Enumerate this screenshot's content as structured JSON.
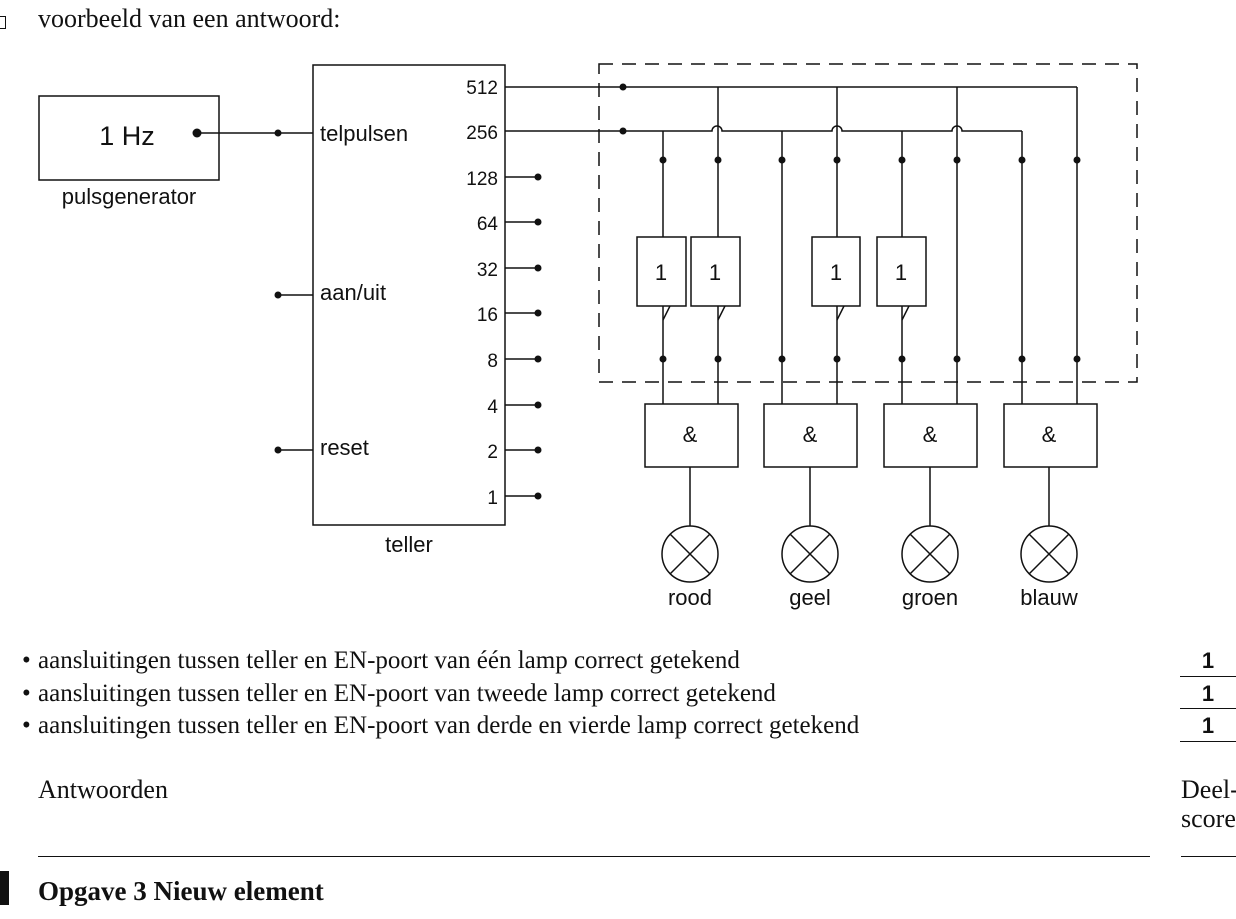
{
  "intro": "voorbeeld van een antwoord:",
  "diagram": {
    "generator_label": "1 Hz",
    "generator_name": "pulsgenerator",
    "counter_name": "teller",
    "counter_inputs": [
      "telpulsen",
      "aan/uit",
      "reset"
    ],
    "counter_outputs": [
      "512",
      "256",
      "128",
      "64",
      "32",
      "16",
      "8",
      "4",
      "2",
      "1"
    ],
    "not_gate_label": "1",
    "and_gate_label": "&",
    "lamps": [
      "rood",
      "geel",
      "groen",
      "blauw"
    ]
  },
  "criteria": [
    {
      "text": "aansluitingen tussen teller en EN-poort van één lamp correct getekend",
      "score": "1"
    },
    {
      "text": "aansluitingen tussen teller en EN-poort van tweede lamp correct getekend",
      "score": "1"
    },
    {
      "text": "aansluitingen tussen teller en EN-poort van derde en vierde lamp correct getekend",
      "score": "1"
    }
  ],
  "bullet_char": "•",
  "answers_heading": "Antwoorden",
  "score_heading": "Deel-\nscores",
  "next_section": "Opgave 3 Nieuw element"
}
